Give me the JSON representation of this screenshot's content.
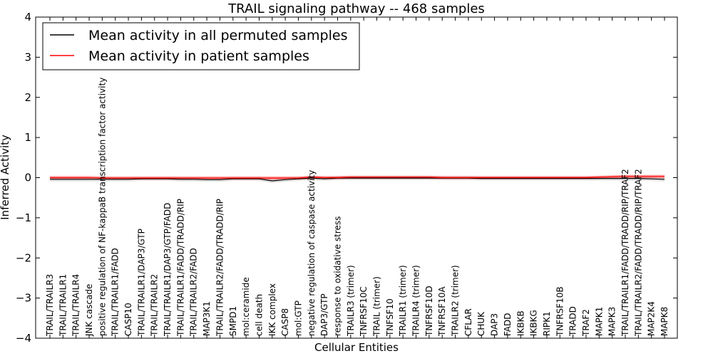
{
  "chart_data": {
    "type": "line",
    "title": "TRAIL signaling pathway -- 468 samples",
    "xlabel": "Cellular Entities",
    "ylabel": "Inferred Activity",
    "ylim": [
      -4,
      4
    ],
    "yticks": [
      "−4",
      "−3",
      "−2",
      "−1",
      "0",
      "1",
      "2",
      "3",
      "4"
    ],
    "legend_position": "upper-left",
    "categories": [
      "TRAIL/TRAILR3",
      "TRAIL/TRAILR1",
      "TRAIL/TRAILR4",
      "JNK cascade",
      "positive regulation of NF-kappaB transcription factor activity",
      "TRAIL/TRAILR1/FADD",
      "CASP10",
      "TRAIL/TRAILR1/DAP3/GTP",
      "TRAIL/TRAILR2",
      "TRAIL/TRAILR1/DAP3/GTP/FADD",
      "TRAIL/TRAILR1/FADD/TRADD/RIP",
      "TRAIL/TRAILR2/FADD",
      "MAP3K1",
      "TRAIL/TRAILR2/FADD/TRADD/RIP",
      "SMPD1",
      "mol:ceramide",
      "cell death",
      "IKK complex",
      "CASP8",
      "mol:GTP",
      "negative regulation of caspase activity",
      "DAP3/GTP",
      "response to oxidative stress",
      "TRAILR3 (trimer)",
      "TNFRSF10C",
      "TRAIL (trimer)",
      "TNFSF10",
      "TRAILR1 (trimer)",
      "TRAILR4 (trimer)",
      "TNFRSF10D",
      "TNFRSF10A",
      "TRAILR2 (trimer)",
      "CFLAR",
      "CHUK",
      "DAP3",
      "FADD",
      "IKBKB",
      "IKBKG",
      "RIPK1",
      "TNFRSF10B",
      "TRADD",
      "TRAF2",
      "MAPK1",
      "MAPK3",
      "TRAIL/TRAILR1/FADD/TRADD/RIP/TRAF2",
      "TRAIL/TRAILR2/FADD/TRADD/RIP/TRAF2",
      "MAP2K4",
      "MAPK8"
    ],
    "series": [
      {
        "name": "Mean activity in all permuted samples",
        "color": "#000000",
        "values": [
          -0.04,
          -0.04,
          -0.04,
          -0.04,
          -0.04,
          -0.04,
          -0.04,
          -0.03,
          -0.03,
          -0.03,
          -0.04,
          -0.04,
          -0.05,
          -0.05,
          -0.03,
          -0.03,
          -0.03,
          -0.08,
          -0.05,
          -0.03,
          -0.01,
          -0.03,
          -0.01,
          -0.01,
          -0.01,
          -0.01,
          -0.01,
          -0.01,
          -0.01,
          -0.01,
          -0.01,
          -0.01,
          -0.01,
          -0.02,
          -0.02,
          -0.02,
          -0.02,
          -0.02,
          -0.02,
          -0.02,
          -0.02,
          -0.02,
          -0.02,
          -0.02,
          -0.02,
          -0.02,
          -0.03,
          -0.04
        ],
        "spread": 0.05
      },
      {
        "name": "Mean activity in patient samples",
        "color": "#ff0000",
        "values": [
          0.0,
          0.0,
          0.0,
          0.0,
          -0.01,
          -0.01,
          -0.01,
          -0.01,
          -0.01,
          -0.01,
          -0.01,
          -0.01,
          -0.01,
          -0.01,
          -0.01,
          -0.01,
          -0.01,
          -0.01,
          -0.01,
          -0.01,
          0.01,
          0.0,
          0.0,
          0.01,
          0.01,
          0.01,
          0.01,
          0.01,
          0.01,
          0.01,
          0.0,
          0.0,
          0.0,
          0.0,
          0.0,
          0.0,
          0.0,
          0.0,
          0.0,
          0.0,
          0.0,
          0.0,
          0.01,
          0.02,
          0.03,
          0.03,
          0.03,
          0.03
        ],
        "spread": 0.04
      }
    ]
  }
}
